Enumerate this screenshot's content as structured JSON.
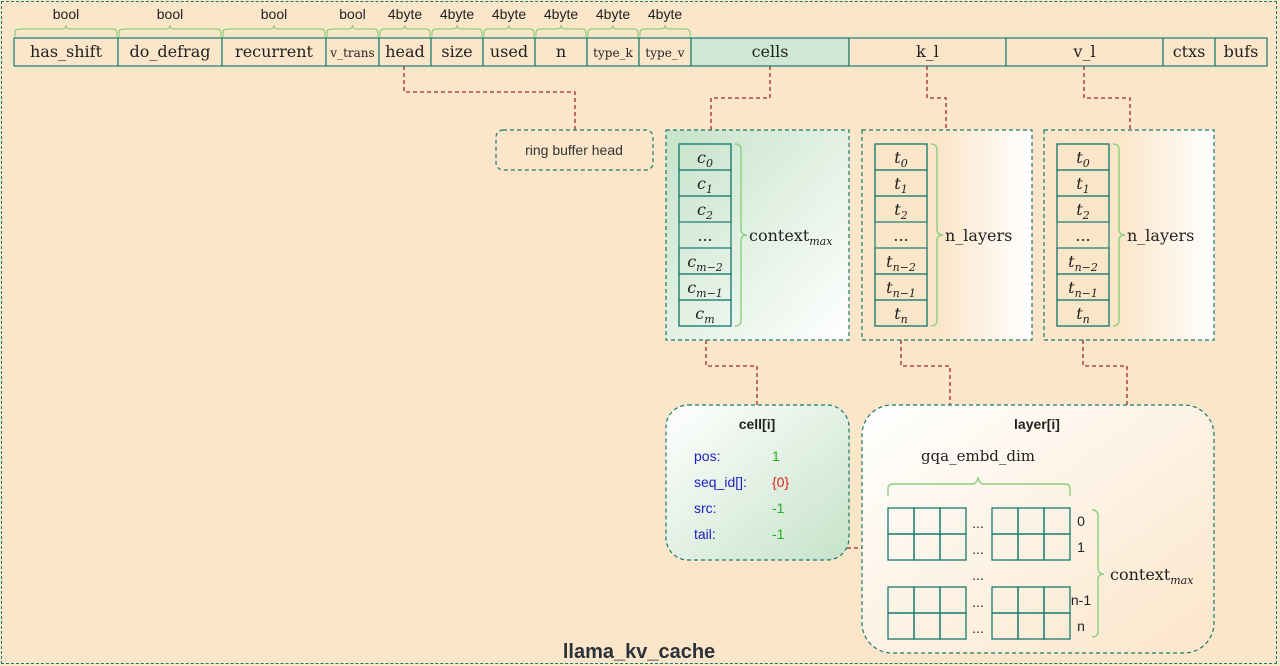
{
  "title": "llama_kv_cache",
  "fields": [
    {
      "name": "has_shift",
      "type": "bool"
    },
    {
      "name": "do_defrag",
      "type": "bool"
    },
    {
      "name": "recurrent",
      "type": "bool"
    },
    {
      "name": "v_trans",
      "type": "bool"
    },
    {
      "name": "head",
      "type": "4byte"
    },
    {
      "name": "size",
      "type": "4byte"
    },
    {
      "name": "used",
      "type": "4byte"
    },
    {
      "name": "n",
      "type": "4byte"
    },
    {
      "name": "type_k",
      "type": "4byte"
    },
    {
      "name": "type_v",
      "type": "4byte"
    },
    {
      "name": "cells",
      "type": ""
    },
    {
      "name": "k_l",
      "type": ""
    },
    {
      "name": "v_l",
      "type": ""
    },
    {
      "name": "ctxs",
      "type": ""
    },
    {
      "name": "bufs",
      "type": ""
    }
  ],
  "ring_buffer_label": "ring buffer head",
  "cells_block": {
    "items": [
      {
        "base": "c",
        "sub": "0"
      },
      {
        "base": "c",
        "sub": "1"
      },
      {
        "base": "c",
        "sub": "2"
      },
      {
        "base": "...",
        "sub": ""
      },
      {
        "base": "c",
        "sub": "m−2"
      },
      {
        "base": "c",
        "sub": "m−1"
      },
      {
        "base": "c",
        "sub": "m"
      }
    ],
    "brace_label": "context",
    "brace_sub": "max"
  },
  "kl_block": {
    "items": [
      {
        "base": "t",
        "sub": "0"
      },
      {
        "base": "t",
        "sub": "1"
      },
      {
        "base": "t",
        "sub": "2"
      },
      {
        "base": "...",
        "sub": ""
      },
      {
        "base": "t",
        "sub": "n−2"
      },
      {
        "base": "t",
        "sub": "n−1"
      },
      {
        "base": "t",
        "sub": "n"
      }
    ],
    "brace_label": "n_layers"
  },
  "vl_block": {
    "items": [
      {
        "base": "t",
        "sub": "0"
      },
      {
        "base": "t",
        "sub": "1"
      },
      {
        "base": "t",
        "sub": "2"
      },
      {
        "base": "...",
        "sub": ""
      },
      {
        "base": "t",
        "sub": "n−2"
      },
      {
        "base": "t",
        "sub": "n−1"
      },
      {
        "base": "t",
        "sub": "n"
      }
    ],
    "brace_label": "n_layers"
  },
  "cell_detail": {
    "title": "cell[i]",
    "rows": [
      {
        "key": "pos:",
        "value": "1"
      },
      {
        "key": "seq_id[]:",
        "value": "{0}"
      },
      {
        "key": "src:",
        "value": "-1"
      },
      {
        "key": "tail:",
        "value": "-1"
      }
    ]
  },
  "layer_detail": {
    "title": "layer[i]",
    "dim_label": "gqa_embd_dim",
    "row_labels": [
      "0",
      "1",
      "n-1",
      "n"
    ],
    "ellipsis": "...",
    "brace_label": "context",
    "brace_sub": "max"
  },
  "colors": {
    "background": "#fbe6c9",
    "teal": "#177a6e",
    "dashed_link": "#a32a1e",
    "key_blue": "#1d1dc4",
    "value_green": "#1fb11f",
    "value_red": "#e02020",
    "brace_green": "#8ccf7e"
  }
}
